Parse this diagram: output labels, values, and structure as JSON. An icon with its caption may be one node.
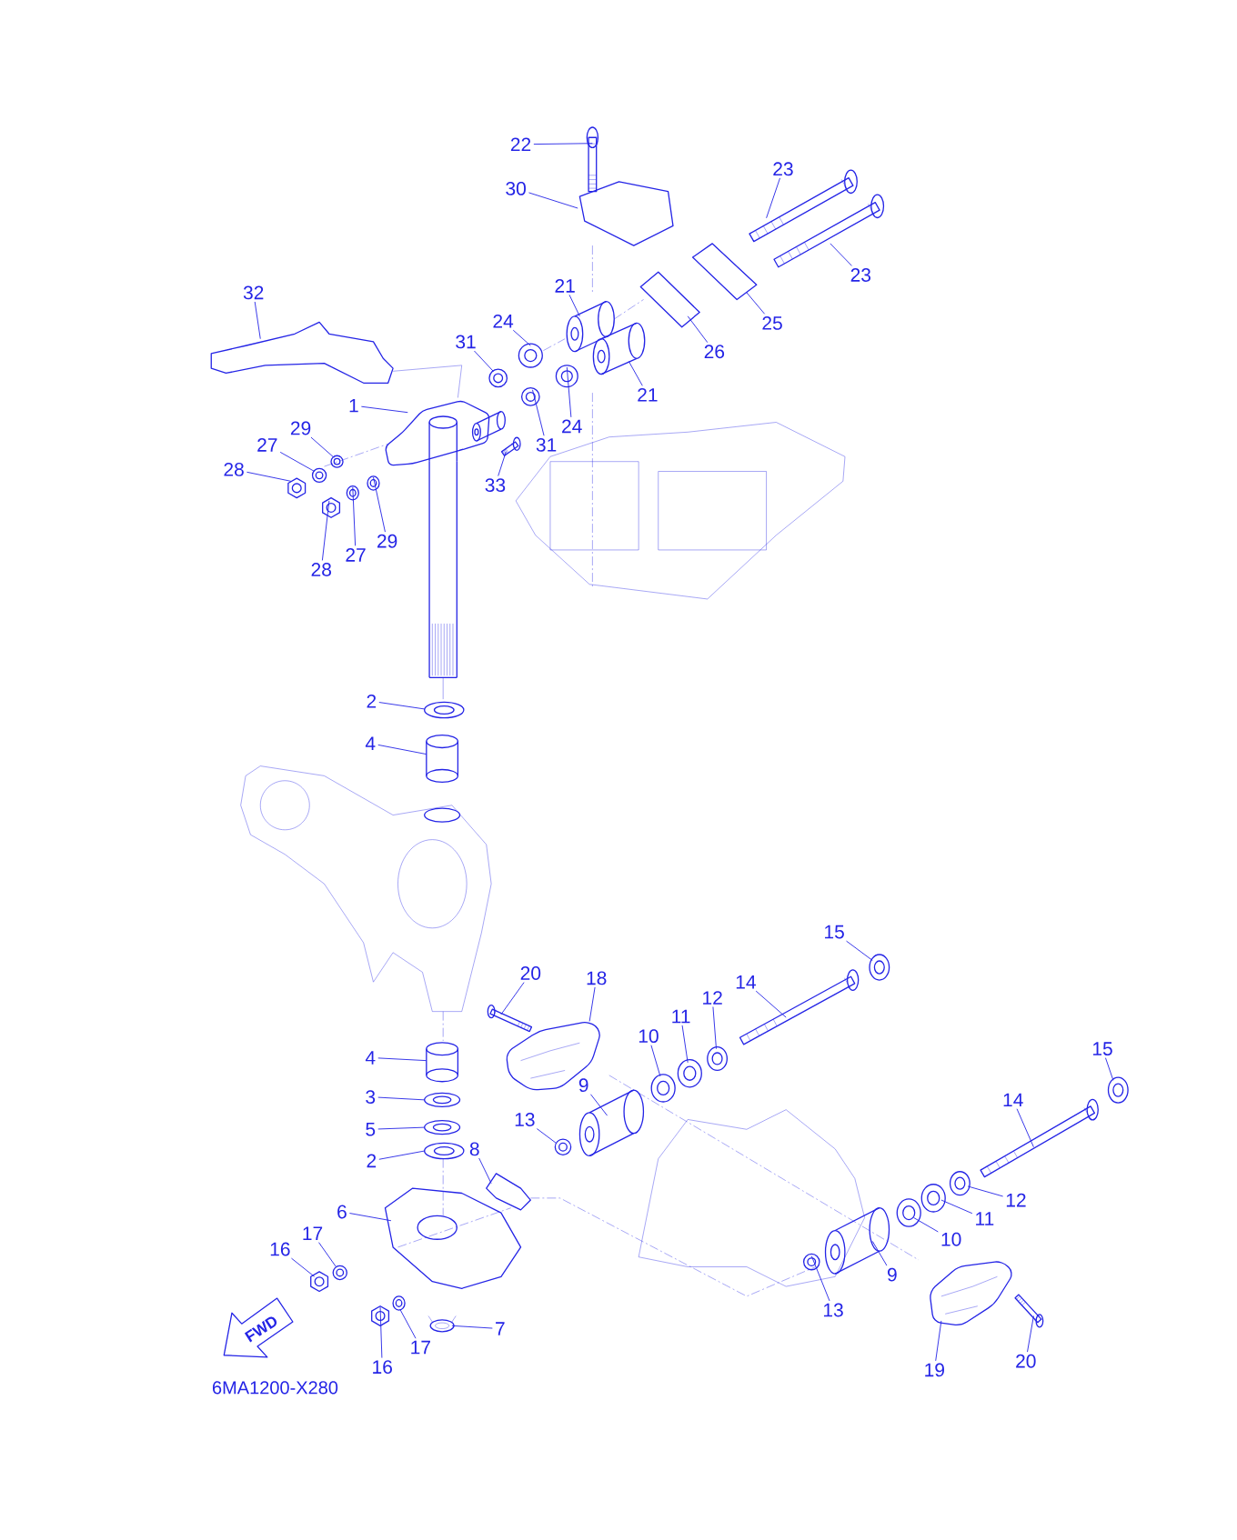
{
  "diagram": {
    "nodes": [
      {
        "text": [
          "22"
        ]
      },
      {
        "text": [
          "30"
        ]
      },
      {
        "text": [
          "23"
        ]
      },
      {
        "text": [
          "23"
        ]
      },
      {
        "text": [
          "32"
        ]
      },
      {
        "text": [
          "21"
        ]
      },
      {
        "text": [
          "24"
        ]
      },
      {
        "text": [
          "25"
        ]
      },
      {
        "text": [
          "26"
        ]
      },
      {
        "text": [
          "31"
        ]
      },
      {
        "text": [
          "21"
        ]
      },
      {
        "text": [
          "24"
        ]
      },
      {
        "text": [
          "1"
        ]
      },
      {
        "text": [
          "31"
        ]
      },
      {
        "text": [
          "29"
        ]
      },
      {
        "text": [
          "27"
        ]
      },
      {
        "text": [
          "33"
        ]
      },
      {
        "text": [
          "28"
        ]
      },
      {
        "text": [
          "29"
        ]
      },
      {
        "text": [
          "27"
        ]
      },
      {
        "text": [
          "28"
        ]
      },
      {
        "text": [
          "2"
        ]
      },
      {
        "text": [
          "4"
        ]
      },
      {
        "text": [
          "15"
        ]
      },
      {
        "text": [
          "20"
        ]
      },
      {
        "text": [
          "18"
        ]
      },
      {
        "text": [
          "14"
        ]
      },
      {
        "text": [
          "12"
        ]
      },
      {
        "text": [
          "11"
        ]
      },
      {
        "text": [
          "10"
        ]
      },
      {
        "text": [
          "4"
        ]
      },
      {
        "text": [
          "15"
        ]
      },
      {
        "text": [
          "9"
        ]
      },
      {
        "text": [
          "3"
        ]
      },
      {
        "text": [
          "14"
        ]
      },
      {
        "text": [
          "13"
        ]
      },
      {
        "text": [
          "5"
        ]
      },
      {
        "text": [
          "8"
        ]
      },
      {
        "text": [
          "2"
        ]
      },
      {
        "text": [
          "12"
        ]
      },
      {
        "text": [
          "6"
        ]
      },
      {
        "text": [
          "11"
        ]
      },
      {
        "text": [
          "17"
        ]
      },
      {
        "text": [
          "10"
        ]
      },
      {
        "text": [
          "16"
        ]
      },
      {
        "text": [
          "9"
        ]
      },
      {
        "text": [
          "7"
        ]
      },
      {
        "text": [
          "13"
        ]
      },
      {
        "text": [
          "17"
        ]
      },
      {
        "text": [
          "16"
        ]
      },
      {
        "text": [
          "19"
        ]
      },
      {
        "text": [
          "20"
        ]
      },
      {
        "text": [
          "FWD"
        ]
      },
      {
        "text": [],
        "shape": "picture"
      },
      {
        "text": [],
        "shape": "picture"
      },
      {
        "text": [],
        "shape": "picture"
      },
      {
        "text": [],
        "shape": "picture"
      },
      {
        "text": [],
        "shape": "picture"
      },
      {
        "text": [],
        "shape": "picture"
      },
      {
        "text": [],
        "shape": "picture"
      },
      {
        "text": [],
        "shape": "picture"
      },
      {
        "text": [],
        "shape": "picture"
      },
      {
        "text": [],
        "shape": "picture"
      },
      {
        "text": [],
        "shape": "picture"
      },
      {
        "text": [],
        "shape": "picture"
      },
      {
        "text": [],
        "shape": "picture"
      },
      {
        "text": [],
        "shape": "picture"
      },
      {
        "text": [],
        "shape": "picture"
      },
      {
        "text": [],
        "shape": "picture"
      },
      {
        "text": [],
        "shape": "picture"
      },
      {
        "text": [],
        "shape": "picture"
      },
      {
        "text": [],
        "shape": "picture"
      },
      {
        "text": [],
        "shape": "picture"
      },
      {
        "text": [],
        "shape": "picture"
      },
      {
        "text": [],
        "shape": "picture"
      },
      {
        "text": [],
        "shape": "picture"
      },
      {
        "text": [],
        "shape": "picture"
      },
      {
        "text": [],
        "shape": "picture"
      },
      {
        "text": [],
        "shape": "picture"
      },
      {
        "text": [],
        "shape": "picture"
      },
      {
        "text": [],
        "shape": "picture"
      },
      {
        "text": [],
        "shape": "picture"
      },
      {
        "text": [],
        "shape": "picture"
      },
      {
        "text": [],
        "shape": "picture"
      },
      {
        "text": [],
        "shape": "picture"
      },
      {
        "text": [],
        "shape": "picture"
      },
      {
        "text": [],
        "shape": "picture"
      },
      {
        "text": [],
        "shape": "picture"
      },
      {
        "text": [],
        "shape": "picture"
      },
      {
        "text": [],
        "shape": "picture"
      },
      {
        "text": [],
        "shape": "picture"
      },
      {
        "text": [],
        "shape": "picture"
      },
      {
        "text": [],
        "shape": "picture"
      },
      {
        "text": [],
        "shape": "picture"
      },
      {
        "text": [],
        "shape": "picture"
      },
      {
        "text": [],
        "shape": "picture"
      },
      {
        "text": [],
        "shape": "picture"
      },
      {
        "text": [],
        "shape": "picture"
      },
      {
        "text": [],
        "shape": "picture"
      },
      {
        "text": [],
        "shape": "picture"
      },
      {
        "text": [],
        "shape": "picture"
      },
      {
        "text": [],
        "shape": "picture"
      },
      {
        "text": [],
        "shape": "picture"
      },
      {
        "text": [],
        "shape": "picture"
      },
      {
        "text": [],
        "shape": "picture"
      }
    ],
    "edges": [
      {
        "from": 0,
        "to": 53,
        "arrow": "none"
      },
      {
        "from": 1,
        "to": 54,
        "arrow": "none"
      },
      {
        "from": 2,
        "to": 55,
        "arrow": "none"
      },
      {
        "from": 3,
        "to": 56,
        "arrow": "none"
      },
      {
        "from": 4,
        "to": 57,
        "arrow": "none"
      },
      {
        "from": 5,
        "to": 58,
        "arrow": "none"
      },
      {
        "from": 6,
        "to": 59,
        "arrow": "none"
      },
      {
        "from": 7,
        "to": 60,
        "arrow": "none"
      },
      {
        "from": 8,
        "to": 61,
        "arrow": "none"
      },
      {
        "from": 9,
        "to": 62,
        "arrow": "none"
      },
      {
        "from": 10,
        "to": 63,
        "arrow": "none"
      },
      {
        "from": 11,
        "to": 64,
        "arrow": "none"
      },
      {
        "from": 12,
        "to": 65,
        "arrow": "none"
      },
      {
        "from": 13,
        "to": 66,
        "arrow": "none"
      },
      {
        "from": 14,
        "to": 67,
        "arrow": "none"
      },
      {
        "from": 15,
        "to": 68,
        "arrow": "none"
      },
      {
        "from": 16,
        "to": 69,
        "arrow": "none"
      },
      {
        "from": 17,
        "to": 70,
        "arrow": "none"
      },
      {
        "from": 18,
        "to": 71,
        "arrow": "none"
      },
      {
        "from": 19,
        "to": 72,
        "arrow": "none"
      },
      {
        "from": 20,
        "to": 73,
        "arrow": "none"
      },
      {
        "from": 21,
        "to": 74,
        "arrow": "none"
      },
      {
        "from": 22,
        "to": 75,
        "arrow": "none"
      },
      {
        "from": 23,
        "to": 76,
        "arrow": "none"
      },
      {
        "from": 24,
        "to": 77,
        "arrow": "none"
      },
      {
        "from": 25,
        "to": 78,
        "arrow": "none"
      },
      {
        "from": 26,
        "to": 79,
        "arrow": "none"
      },
      {
        "from": 27,
        "to": 80,
        "arrow": "none"
      },
      {
        "from": 28,
        "to": 81,
        "arrow": "none"
      },
      {
        "from": 29,
        "to": 82,
        "arrow": "none"
      },
      {
        "from": 30,
        "to": 83,
        "arrow": "none"
      },
      {
        "from": 31,
        "to": 84,
        "arrow": "none"
      },
      {
        "from": 32,
        "to": 85,
        "arrow": "none"
      },
      {
        "from": 33,
        "to": 86,
        "arrow": "none"
      },
      {
        "from": 34,
        "to": 87,
        "arrow": "none"
      },
      {
        "from": 35,
        "to": 88,
        "arrow": "none"
      },
      {
        "from": 36,
        "to": 89,
        "arrow": "none"
      },
      {
        "from": 37,
        "to": 90,
        "arrow": "none"
      },
      {
        "from": 38,
        "to": 91,
        "arrow": "none"
      },
      {
        "from": 39,
        "to": 92,
        "arrow": "none"
      },
      {
        "from": 40,
        "to": 93,
        "arrow": "none"
      },
      {
        "from": 41,
        "to": 94,
        "arrow": "none"
      },
      {
        "from": 42,
        "to": 95,
        "arrow": "none"
      },
      {
        "from": 43,
        "to": 96,
        "arrow": "none"
      },
      {
        "from": 44,
        "to": 97,
        "arrow": "none"
      },
      {
        "from": 45,
        "to": 98,
        "arrow": "none"
      },
      {
        "from": 46,
        "to": 99,
        "arrow": "none"
      },
      {
        "from": 47,
        "to": 100,
        "arrow": "none"
      },
      {
        "from": 48,
        "to": 101,
        "arrow": "none"
      },
      {
        "from": 49,
        "to": 102,
        "arrow": "none"
      },
      {
        "from": 50,
        "to": 103,
        "arrow": "none"
      },
      {
        "from": 51,
        "to": 104,
        "arrow": "none"
      }
    ],
    "labels": [
      "6MA1200-X280"
    ]
  }
}
